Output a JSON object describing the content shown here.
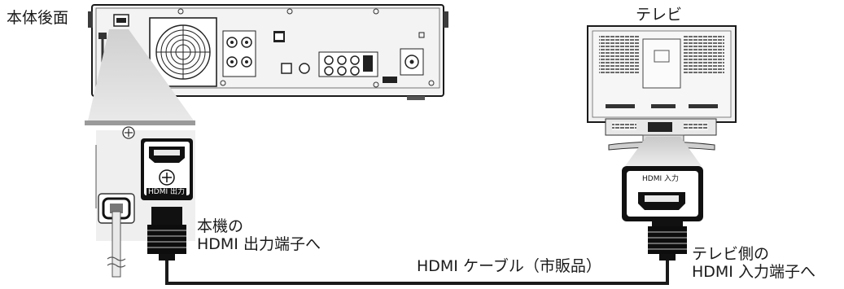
{
  "labels": {
    "recorder_rear": "本体後面",
    "tv": "テレビ",
    "hdmi_out_port": "HDMI 出力",
    "hdmi_in_port": "HDMI 入力",
    "recorder_end_line1": "本機の",
    "recorder_end_line2": "HDMI 出力端子へ",
    "tv_end_line1": "テレビ側の",
    "tv_end_line2": "HDMI 入力端子へ",
    "cable": "HDMI ケーブル（市販品）"
  },
  "colors": {
    "line": "#1a1a1a",
    "device_fill": "#f2f2f2",
    "device_dark": "#3c3c3c",
    "zoom_fill": "#e6e6e6",
    "port_frame": "#2a2a2a"
  }
}
